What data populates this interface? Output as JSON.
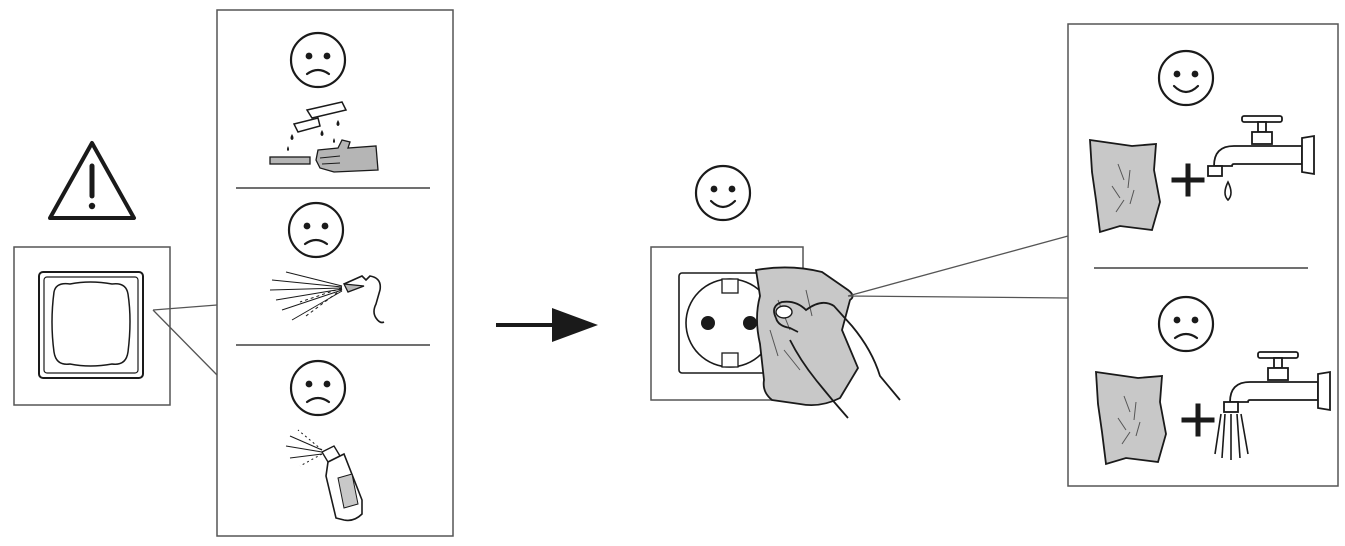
{
  "colors": {
    "stroke": "#1a1a1a",
    "panel_border": "#555555",
    "cloth_fill": "#c8c8c8",
    "device_fill": "#b5b5b5",
    "background": "#ffffff"
  },
  "icons": {
    "warning": "warning-triangle-icon",
    "switch_frame": "switch-frame-icon",
    "arrow": "right-arrow-icon",
    "socket": "power-socket-icon",
    "sad_face": "sad-face-icon",
    "happy_face": "happy-face-icon",
    "plus": "plus-icon",
    "tap": "water-tap-icon",
    "cloth": "cloth-icon",
    "spray_bottle": "spray-bottle-icon",
    "aerosol_can": "aerosol-can-icon",
    "chemical_drops": "chemical-drops-icon"
  },
  "left_panel": {
    "items": [
      {
        "verdict": "not-allowed",
        "method": "liquid-chemicals"
      },
      {
        "verdict": "not-allowed",
        "method": "spray-cleaner"
      },
      {
        "verdict": "not-allowed",
        "method": "aerosol-spray"
      }
    ]
  },
  "right_panel": {
    "items": [
      {
        "verdict": "allowed",
        "method": "cloth-plus-drop-of-water"
      },
      {
        "verdict": "not-allowed",
        "method": "cloth-plus-running-water"
      }
    ]
  }
}
